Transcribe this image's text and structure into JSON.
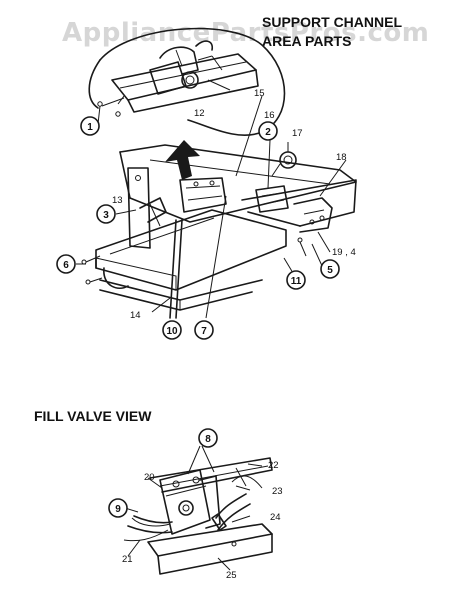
{
  "watermark": "AppliancePartsPros.com",
  "titles": {
    "support_line1": "SUPPORT CHANNEL",
    "support_line2": "AREA PARTS",
    "fill_valve": "FILL VALVE VIEW"
  },
  "part_labels": {
    "p1": "1",
    "p2": "2",
    "p3": "3",
    "p5": "5",
    "p6": "6",
    "p7": "7",
    "p8": "8",
    "p9": "9",
    "p10": "10",
    "p11": "11",
    "p12": "12",
    "p13": "13",
    "p14": "14",
    "p15": "15",
    "p16": "16",
    "p17": "17",
    "p18": "18",
    "p19": "19 , 4",
    "p20": "20",
    "p21": "21",
    "p22": "22",
    "p23": "23",
    "p24": "24",
    "p25": "25"
  }
}
